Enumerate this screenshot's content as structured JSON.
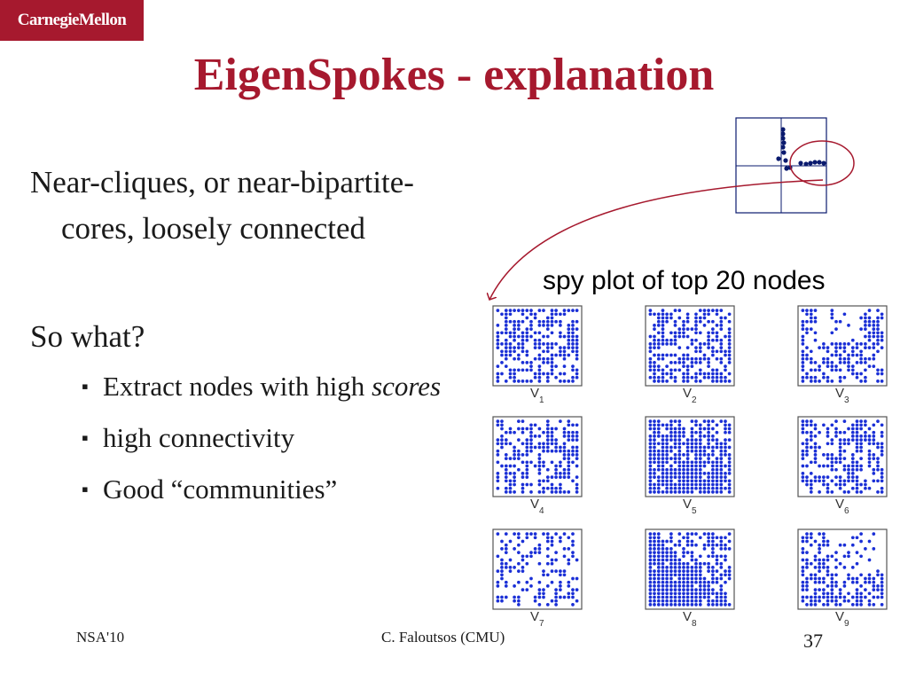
{
  "header": {
    "logo_text": "CarnegieMellon"
  },
  "slide": {
    "title": "EigenSpokes - explanation",
    "paragraph1": "Near-cliques, or near-bipartite-cores, loosely connected",
    "paragraph2": "So what?",
    "bullets": [
      {
        "text": "Extract nodes with high ",
        "italic": "scores"
      },
      {
        "text": "high connectivity",
        "italic": ""
      },
      {
        "text": "Good “communities”",
        "italic": ""
      }
    ],
    "spy_label": "spy plot of top 20 nodes",
    "spy_plots": [
      {
        "label": "V",
        "sub": "1"
      },
      {
        "label": "V",
        "sub": "2"
      },
      {
        "label": "V",
        "sub": "3"
      },
      {
        "label": "V",
        "sub": "4"
      },
      {
        "label": "V",
        "sub": "5"
      },
      {
        "label": "V",
        "sub": "6"
      },
      {
        "label": "V",
        "sub": "7"
      },
      {
        "label": "V",
        "sub": "8"
      },
      {
        "label": "V",
        "sub": "9"
      }
    ]
  },
  "footer": {
    "left": "NSA'10",
    "center": "C. Faloutsos (CMU)",
    "page_number": "37"
  },
  "colors": {
    "brand": "#a6192e",
    "plot_dot": "#1a2fd6",
    "scatter_dot": "#0a1a6e"
  }
}
